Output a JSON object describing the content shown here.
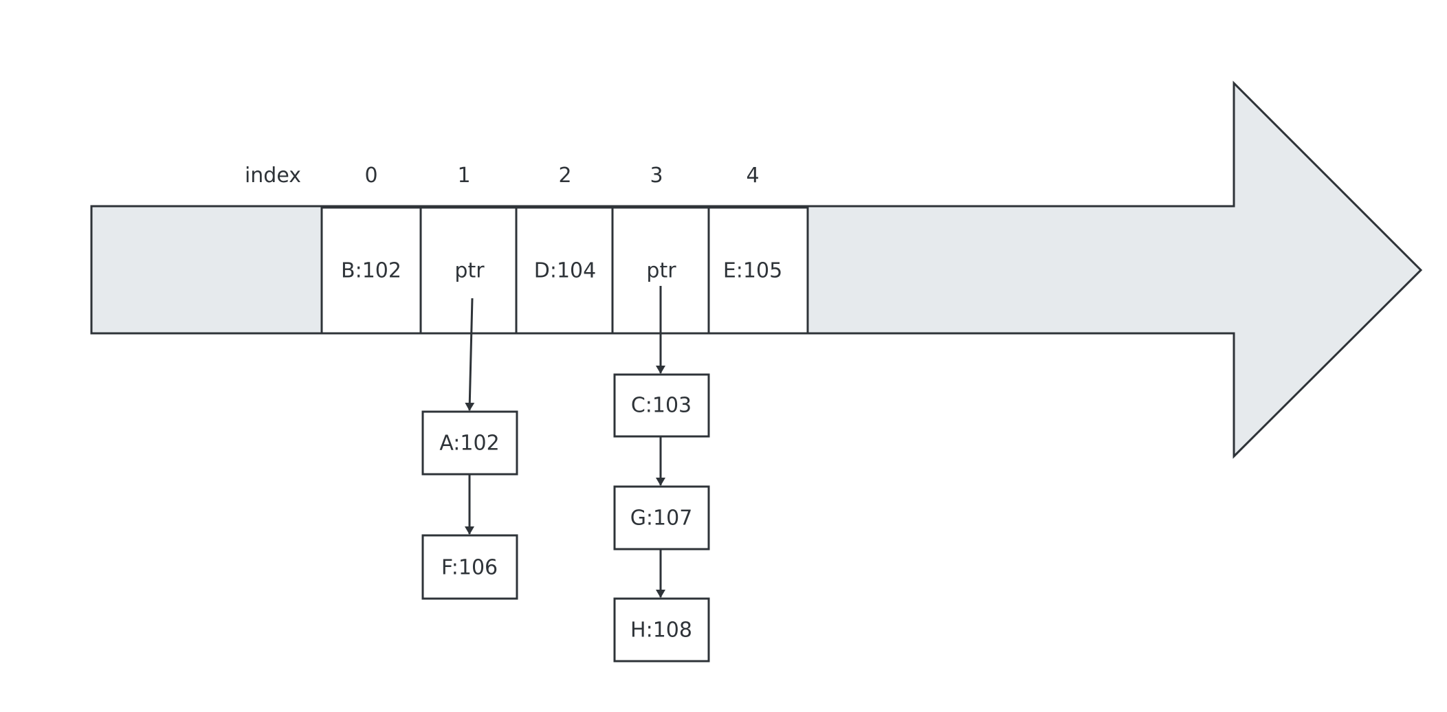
{
  "index_header": "index",
  "slots": [
    {
      "index": "0",
      "label": "B:102"
    },
    {
      "index": "1",
      "label": "ptr"
    },
    {
      "index": "2",
      "label": "D:104"
    },
    {
      "index": "3",
      "label": "ptr"
    },
    {
      "index": "4",
      "label": "E:105"
    }
  ],
  "chains": [
    {
      "slot": 1,
      "nodes": [
        "A:102",
        "F:106"
      ]
    },
    {
      "slot": 3,
      "nodes": [
        "C:103",
        "G:107",
        "H:108"
      ]
    }
  ],
  "colors": {
    "arrow_fill": "#e6eaed",
    "stroke": "#2e3338",
    "box_fill": "#ffffff"
  }
}
